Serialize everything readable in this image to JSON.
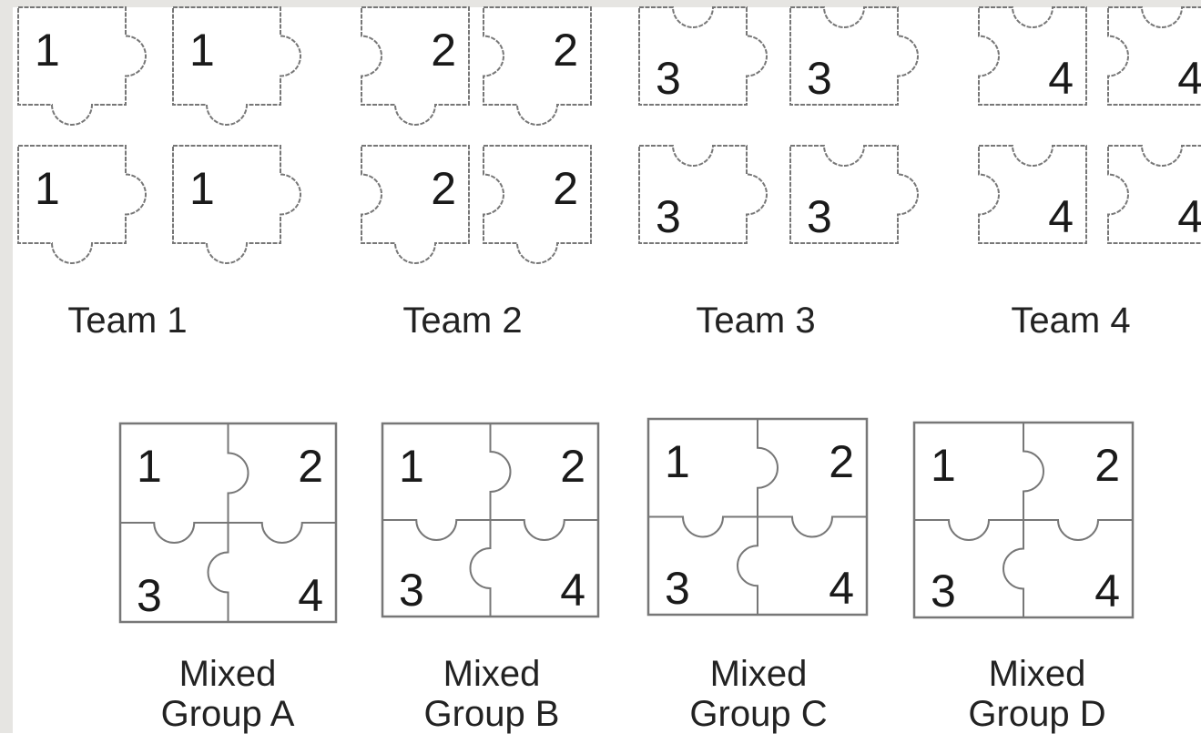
{
  "teams": [
    {
      "label": "Team 1",
      "number": "1",
      "type": "A"
    },
    {
      "label": "Team 2",
      "number": "2",
      "type": "B"
    },
    {
      "label": "Team 3",
      "number": "3",
      "type": "C"
    },
    {
      "label": "Team 4",
      "number": "4",
      "type": "D"
    }
  ],
  "mixed_groups": [
    {
      "line1": "Mixed",
      "line2": "Group A",
      "numbers": [
        "1",
        "2",
        "3",
        "4"
      ]
    },
    {
      "line1": "Mixed",
      "line2": "Group B",
      "numbers": [
        "1",
        "2",
        "3",
        "4"
      ]
    },
    {
      "line1": "Mixed",
      "line2": "Group C",
      "numbers": [
        "1",
        "2",
        "3",
        "4"
      ]
    },
    {
      "line1": "Mixed",
      "line2": "Group D",
      "numbers": [
        "1",
        "2",
        "3",
        "4"
      ]
    }
  ],
  "colors": {
    "stroke": "#777777",
    "text": "#1a1a1a",
    "background": "#ffffff",
    "margin": "#e6e5e2"
  }
}
